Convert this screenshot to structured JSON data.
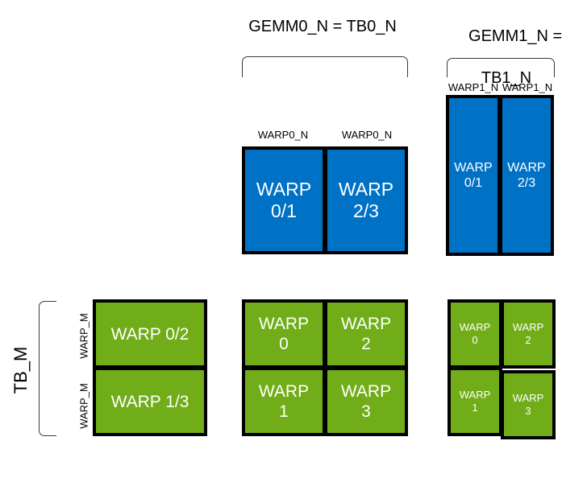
{
  "diagram": {
    "title_left": "GEMM0_N = TB0_N",
    "title_right_line1": "GEMM1_N =",
    "title_right_line2": "TB1_N",
    "vertical_label_tbm": "TB_M",
    "vertical_label_warpm_top": "WARP_M",
    "vertical_label_warpm_bottom": "WARP_M",
    "colors": {
      "blue": "#0072C6",
      "green": "#70AD18",
      "border": "#000000",
      "text_on_box": "#ffffff",
      "text": "#000000",
      "background": "#ffffff"
    }
  },
  "gemm0_blue": {
    "col_labels": [
      "WARP0_N",
      "WARP0_N"
    ],
    "cells": [
      {
        "label": "WARP\n0/1"
      },
      {
        "label": "WARP\n2/3"
      }
    ]
  },
  "gemm1_blue": {
    "col_labels": [
      "WARP1_N",
      "WARP1_N"
    ],
    "cells": [
      {
        "label": "WARP\n0/1"
      },
      {
        "label": "WARP\n2/3"
      }
    ]
  },
  "left_green": {
    "cells": [
      {
        "label": "WARP 0/2"
      },
      {
        "label": "WARP 1/3"
      }
    ]
  },
  "middle_green": {
    "cells": [
      {
        "label": "WARP\n0"
      },
      {
        "label": "WARP\n2"
      },
      {
        "label": "WARP\n1"
      },
      {
        "label": "WARP\n3"
      }
    ]
  },
  "right_green": {
    "cells": [
      {
        "label": "WARP\n0"
      },
      {
        "label": "WARP\n2"
      },
      {
        "label": "WARP\n1"
      },
      {
        "label": "WARP\n3"
      }
    ]
  }
}
